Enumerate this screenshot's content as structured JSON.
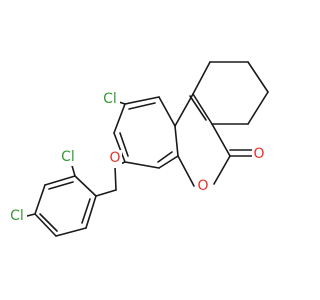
{
  "molecule": {
    "atom_labels": {
      "cl_top": "Cl",
      "o_ether": "O",
      "o_ring": "O",
      "o_carbonyl": "O",
      "cl_ortho": "Cl",
      "cl_para": "Cl"
    },
    "colors": {
      "bond": "#1a1a1a",
      "chlorine": "#3a9a3a",
      "oxygen": "#e8322a",
      "background": "#ffffff"
    }
  }
}
